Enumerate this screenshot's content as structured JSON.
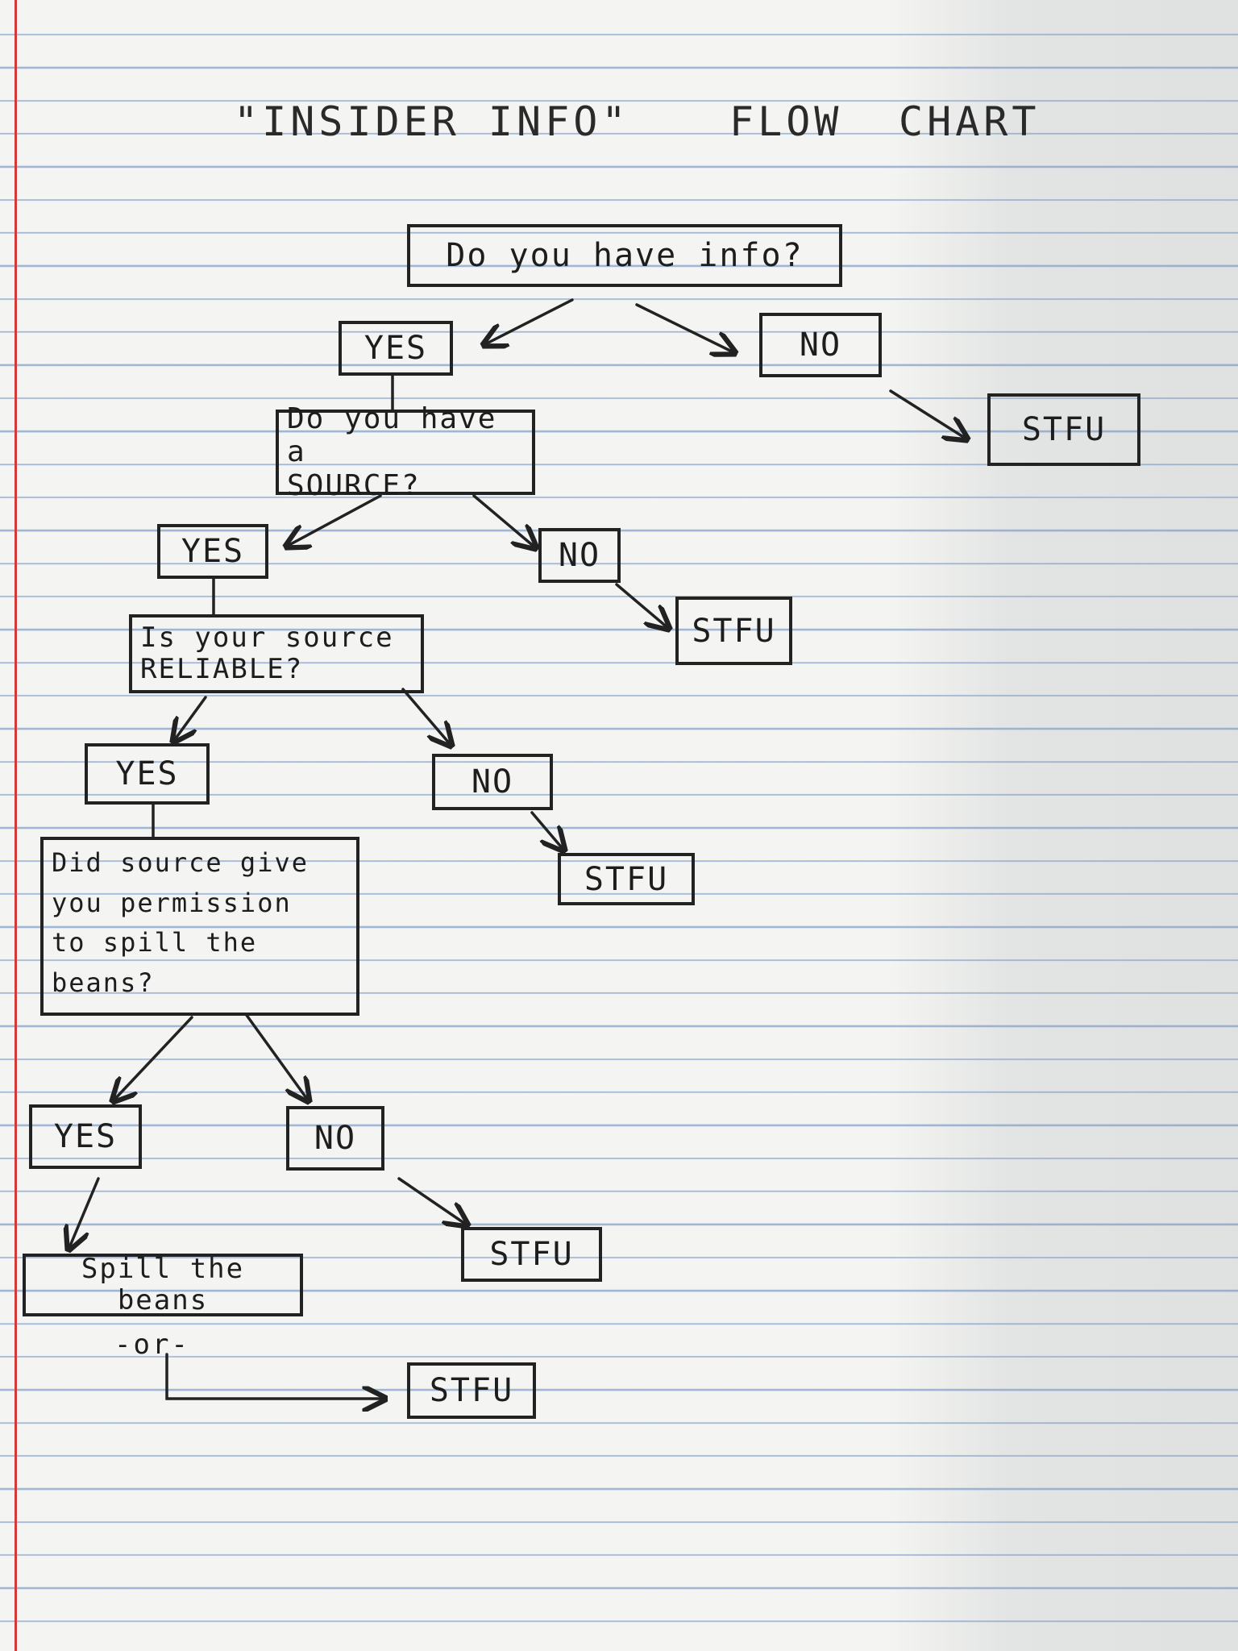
{
  "title": {
    "part1": "\"INSIDER INFO\"",
    "part2": "FLOW",
    "part3": "CHART"
  },
  "nodes": {
    "q1": "Do you have info?",
    "q1_yes": "YES",
    "q1_no": "NO",
    "q1_no_out": "STFU",
    "q2": "Do you have a\nSOURCE?",
    "q2_yes": "YES",
    "q2_no": "NO",
    "q2_no_out": "STFU",
    "q3": "Is your source\nRELIABLE?",
    "q3_yes": "YES",
    "q3_no": "NO",
    "q3_no_out": "STFU",
    "q4": "Did source give\nyou permission\nto spill the\nbeans?",
    "q4_yes": "YES",
    "q4_no": "NO",
    "q4_no_out": "STFU",
    "q4_yes_out": "Spill the beans",
    "or_label": "-or-",
    "final_out": "STFU"
  },
  "colors": {
    "ink": "#222222",
    "margin": "#d23a3a",
    "rule": "#5a82be"
  }
}
